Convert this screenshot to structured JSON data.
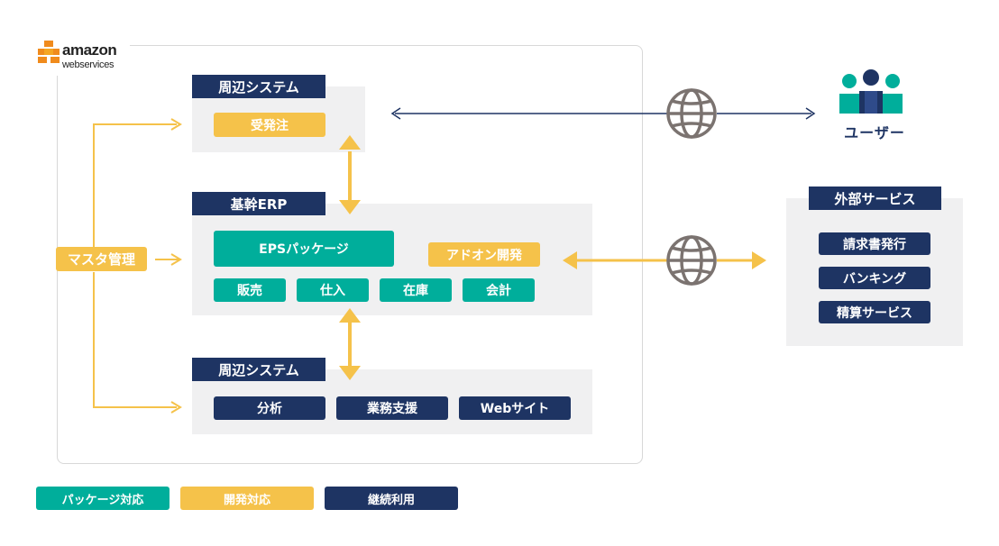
{
  "logo": {
    "line1": "amazon",
    "line2": "webservices"
  },
  "top_system": {
    "title": "周辺システム",
    "items": [
      "受発注"
    ]
  },
  "erp": {
    "title": "基幹ERP",
    "eps_label": "EPSパッケージ",
    "addon_label": "アドオン開発",
    "modules": [
      "販売",
      "仕入",
      "在庫",
      "会計"
    ]
  },
  "bottom_system": {
    "title": "周辺システム",
    "items": [
      "分析",
      "業務支援",
      "Webサイト"
    ]
  },
  "master": {
    "label": "マスタ管理"
  },
  "user": {
    "label": "ユーザー"
  },
  "external": {
    "title": "外部サービス",
    "items": [
      "請求書発行",
      "バンキング",
      "精算サービス"
    ]
  },
  "legend": {
    "items": [
      "パッケージ対応",
      "開発対応",
      "継続利用"
    ]
  },
  "colors": {
    "navy": "#1e3463",
    "teal": "#00ae9b",
    "yellow": "#f5c24a",
    "panel": "#f0f0f1",
    "globe": "#7b7370"
  }
}
